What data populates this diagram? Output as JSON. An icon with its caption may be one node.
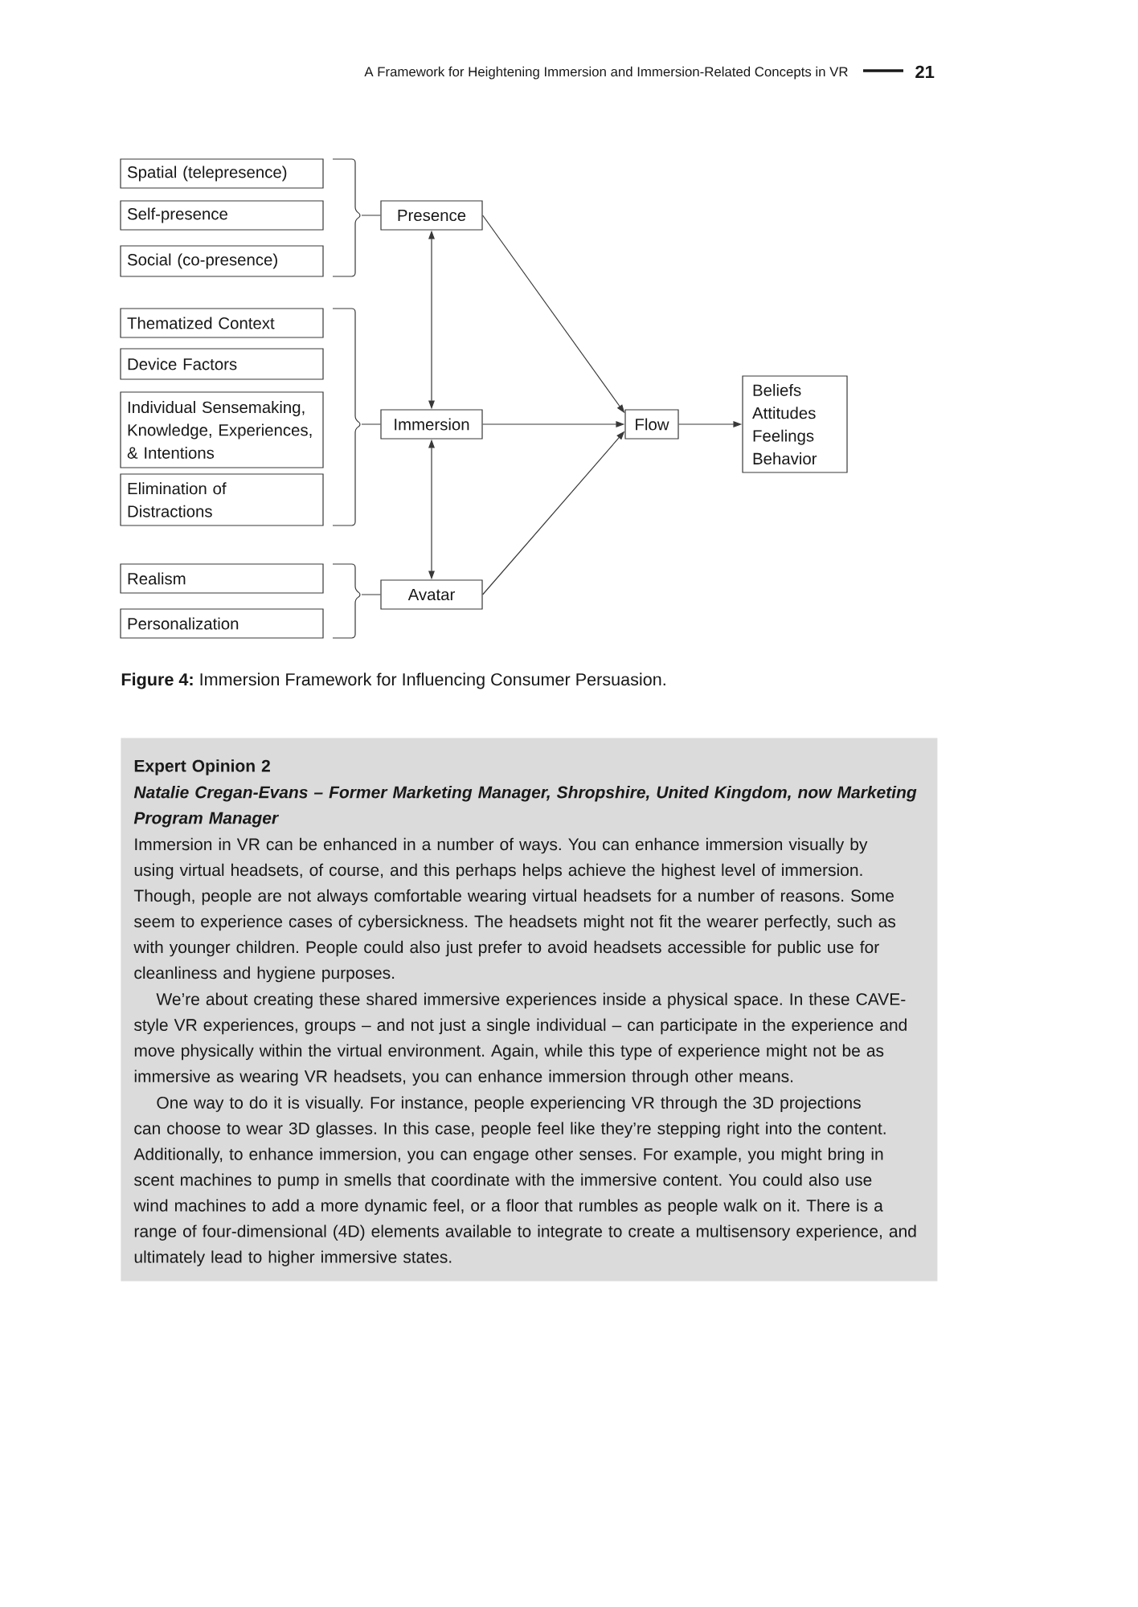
{
  "diagram": {
    "caption": "**Figure 4:** Immersion Framework for Influencing Consumer Persuasion.",
    "nodes": [
      {
        "text": [
          "Spatial (telepresence)"
        ]
      },
      {
        "text": [
          "Self-presence"
        ]
      },
      {
        "text": [
          "Social (co-presence)"
        ]
      },
      {
        "text": [
          "Presence"
        ]
      },
      {
        "text": [
          "Thematized Context"
        ]
      },
      {
        "text": [
          "Device Factors"
        ]
      },
      {
        "text": [
          "Individual Sensemaking, Knowledge, Experiences, & Intentions"
        ]
      },
      {
        "text": [
          "Elimination of Distractions"
        ]
      },
      {
        "text": [
          "Immersion"
        ]
      },
      {
        "text": [
          "Realism"
        ]
      },
      {
        "text": [
          "Personalization"
        ]
      },
      {
        "text": [
          "Avatar"
        ]
      },
      {
        "text": [
          "Flow"
        ]
      },
      {
        "text": [
          "Beliefs",
          "Attitudes",
          "Feelings",
          "Behavior"
        ]
      },
      {
        "text": [
          "Expert Opinion 2",
          "Natalie Cregan-Evans – Former Marketing Manager, Shropshire, United Kingdom, now Marketing Program Manager",
          "Immersion in VR can be enhanced in a number of ways. You can enhance immersion visually by using virtual headsets, of course, and this perhaps helps achieve the highest level of immersion. Though, people are not always comfortable wearing virtual headsets for a number of reasons. Some seem to experience cases of cybersickness. The headsets might not fit the wearer perfectly, such as with younger children. People could also just prefer to avoid headsets accessible for public use for cleanliness and hygiene purposes.",
          "We’re about creating these shared immersive experiences inside a physical space. In these CAVE-style VR experiences, groups – and not just a single individual – can participate in the experience and move physically within the virtual environment. Again, while this type of experience might not be as immersive as wearing VR headsets, you can enhance immersion through other means.",
          "One way to do it is visually. For instance, people experiencing VR through the 3D projections can choose to wear 3D glasses. In this case, people feel like they’re stepping right into the content. Additionally, to enhance immersion, you can engage other senses. For example, you might bring in scent machines to pump in smells that coordinate with the immersive content. You could also use wind machines to add a more dynamic feel, or a floor that rumbles as people walk on it. There is a range of four-dimensional (4D) elements available to integrate to create a multisensory experience, and ultimately lead to higher immersive states."
        ]
      }
    ],
    "edges": [
      {
        "from": 3,
        "to": 8,
        "arrow": "both"
      },
      {
        "from": 8,
        "to": 11,
        "arrow": "both"
      },
      {
        "from": 3,
        "to": 12,
        "arrow": "to"
      },
      {
        "from": 8,
        "to": 12,
        "arrow": "to"
      },
      {
        "from": 11,
        "to": 12,
        "arrow": "to"
      },
      {
        "from": 12,
        "to": 13,
        "arrow": "to"
      }
    ],
    "labels": [
      "A Framework for Heightening Immersion and Immersion-Related Concepts in VR",
      "21"
    ]
  }
}
